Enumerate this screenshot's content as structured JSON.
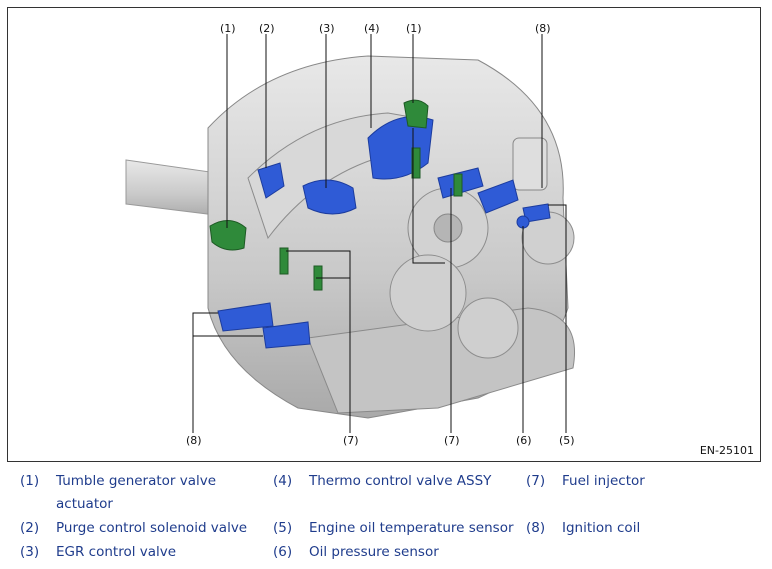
{
  "figure": {
    "id": "EN-25101",
    "callouts": [
      "(1)",
      "(2)",
      "(3)",
      "(4)",
      "(1)",
      "(8)",
      "(8)",
      "(7)",
      "(7)",
      "(6)",
      "(5)"
    ]
  },
  "legend": [
    {
      "num": "(1)",
      "line1": "Tumble generator valve",
      "line2": "actuator"
    },
    {
      "num": "(2)",
      "line1": "Purge control solenoid valve"
    },
    {
      "num": "(3)",
      "line1": "EGR control valve"
    },
    {
      "num": "(4)",
      "line1": "Thermo control valve ASSY"
    },
    {
      "num": "(5)",
      "line1": "Engine oil temperature sensor"
    },
    {
      "num": "(6)",
      "line1": "Oil pressure sensor"
    },
    {
      "num": "(7)",
      "line1": "Fuel injector"
    },
    {
      "num": "(8)",
      "line1": "Ignition coil"
    }
  ],
  "colors": {
    "highlight_blue": "#2f5bd6",
    "highlight_green": "#2f8a3a",
    "legend_text": "#1f3c8c"
  }
}
